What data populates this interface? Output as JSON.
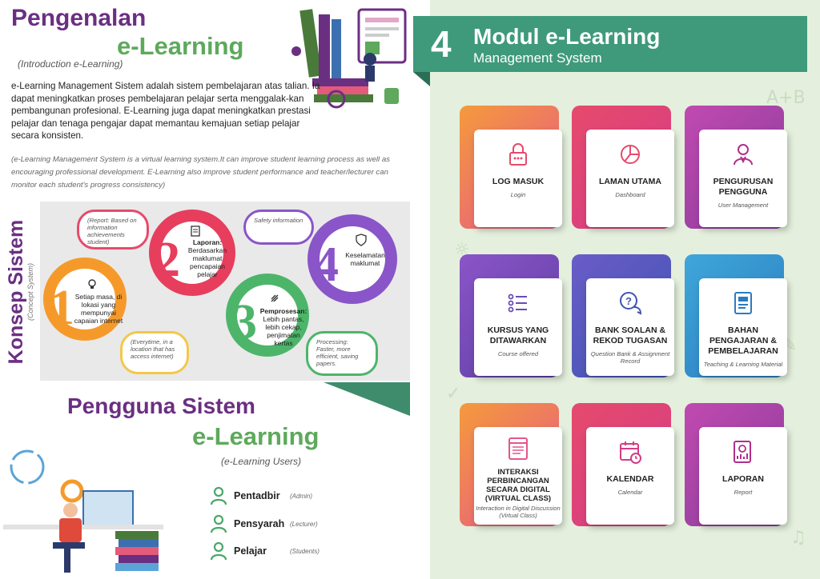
{
  "intro": {
    "title": "Pengenalan",
    "subtitle": "e-Learning",
    "english": "(Introduction e-Learning)",
    "paragraph": "e-Learning Management Sistem adalah sistem pembelajaran atas talian. Ia dapat meningkatkan proses pembelajaran pelajar serta menggalak-kan pembangunan profesional. E-Learning juga dapat meningkatkan prestasi pelajar dan tenaga pengajar dapat memantau kemajuan setiap pelajar secara konsisten.",
    "paragraph_en": "(e-Learning Management System is a virtual learning system.It can improve student learning process as well as encouraging professional development. E-Learning  also improve student performance and teacher/lecturer can monitor each student's progress consistency)"
  },
  "concept": {
    "title": "Konsep Sistem",
    "english": "(Concept System)",
    "items": [
      {
        "num": "1",
        "text": "Setiap masa, di lokasi yang mempunyai capaian internet",
        "note": "(Everytime, in a location that has access internet)",
        "color": "#f59a2a"
      },
      {
        "num": "2",
        "bold": "Laporan:",
        "text": "Berdasarkan maklumat pencapaian pelajar",
        "note": "(Report: Based on information achievements student)",
        "color": "#e63e5c"
      },
      {
        "num": "3",
        "bold": "Pemprosesan:",
        "text": "Lebih pantas, lebih cekap, penjimatan kertas",
        "note": "Processing: Faster, more efficient, saving papers.",
        "color": "#4db56a"
      },
      {
        "num": "4",
        "text": "Keselamatan maklumat",
        "note": "Safety information",
        "color": "#8a55c8"
      }
    ]
  },
  "users": {
    "title": "Pengguna Sistem",
    "subtitle": "e-Learning",
    "english": "(e-Learning Users)",
    "list": [
      {
        "name": "Pentadbir",
        "en": "(Admin)"
      },
      {
        "name": "Pensyarah",
        "en": "(Lecturer)"
      },
      {
        "name": "Pelajar",
        "en": "(Students)"
      }
    ]
  },
  "modules": {
    "number": "4",
    "title": "Modul e-Learning",
    "subtitle": "Management System",
    "cards": [
      {
        "label": "LOG MASUK",
        "en": "Login",
        "icon": "lock-icon"
      },
      {
        "label": "LAMAN UTAMA",
        "en": "Dashboard",
        "icon": "pie-chart-icon"
      },
      {
        "label": "PENGURUSAN PENGGUNA",
        "en": "User Management",
        "icon": "user-icon"
      },
      {
        "label": "KURSUS YANG DITAWARKAN",
        "en": "Course offered",
        "icon": "list-icon"
      },
      {
        "label": "BANK SOALAN & REKOD TUGASAN",
        "en": "Question Bank & Assignment Record",
        "icon": "question-chat-icon"
      },
      {
        "label": "BAHAN PENGAJARAN & PEMBELAJARAN",
        "en": "Teaching & Learning Material",
        "icon": "document-icon"
      },
      {
        "label": "INTERAKSI PERBINCANGAN SECARA DIGITAL (VIRTUAL CLASS)",
        "en": "Interaction in Digital Discussion (Virtual Class)",
        "icon": "web-window-icon"
      },
      {
        "label": "KALENDAR",
        "en": "Calendar",
        "icon": "calendar-icon"
      },
      {
        "label": "LAPORAN",
        "en": "Report",
        "icon": "report-icon"
      }
    ]
  }
}
